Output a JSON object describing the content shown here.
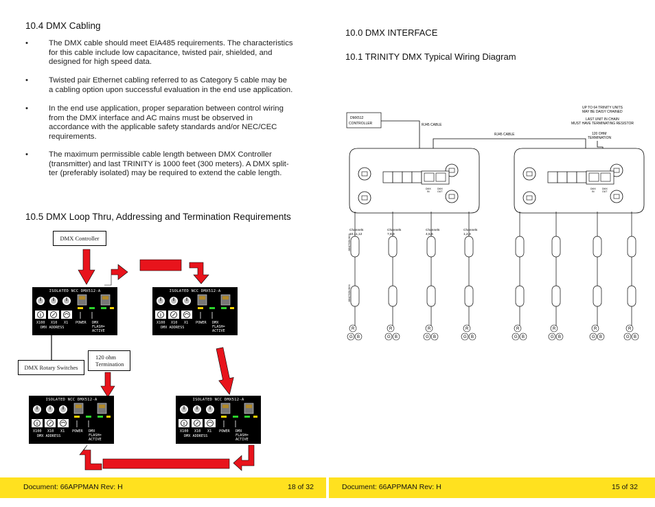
{
  "left_page": {
    "heading_cabling": "10.4  DMX Cabling",
    "bullets": [
      {
        "marker": "•",
        "lines": [
          "The DMX cable should meet EIA485 requirements. The characteristics",
          "for this cable include low capacitance, twisted pair, shielded, and",
          "designed for high speed data."
        ]
      },
      {
        "marker": "•",
        "lines": [
          "Twisted pair Ethernet cabling referred to as Category 5 cable may be",
          "a cabling option upon successful evaluation in the end use application."
        ]
      },
      {
        "marker": "•",
        "lines": [
          "In the end use application, proper separation between control wiring",
          "from the DMX interface and AC mains must be observed in",
          "accordance with the applicable safety standards and/or NEC/CEC",
          "requirements."
        ]
      },
      {
        "marker": "•",
        "lines": [
          "The maximum permissible cable length between DMX Controller",
          "(transmitter) and last TRINITY  is 1000 feet (300 meters). A DMX split-",
          "ter (preferably isolated) may be required to extend the cable length."
        ]
      }
    ],
    "heading_loop": "10.5 DMX Loop Thru, Addressing and Termination Requirements",
    "diagram": {
      "controller_label": "DMX Controller",
      "rotary_label": "DMX Rotary Switches",
      "termination_label_1": "120 ohm",
      "termination_label_2": "Termination",
      "module": {
        "title": "ISOLATED NCC DMX512-A",
        "x100": "X100",
        "x10": "X10",
        "x1": "X1",
        "dmx_address": "DMX ADDRESS",
        "power": "POWER",
        "dmx": "DMX",
        "flash": "FLASH=",
        "active": "ACTIVE"
      }
    }
  },
  "right_page": {
    "heading_interface": "10.0 DMX INTERFACE",
    "heading_wiring": "10.1 TRINITY DMX Typical Wiring Diagram",
    "wiring": {
      "controller_1": "DMX512",
      "controller_2": "CONTROLLER",
      "rj45_cable_1": "RJ45 CABLE",
      "rj45_cable_2": "RJ45 CABLE",
      "note_1": "UP TO 64 TRINITY UNITS",
      "note_2": "MAY BE DAISY CHAINED",
      "note_3": "LAST UNIT IN CHAIN",
      "note_4": "MUST HAVE TERMINATING RESISTOR",
      "term_1": "120 OHM",
      "term_2": "TERMINATION",
      "dmx_in_1": "DMX",
      "dmx_in_2": "IN",
      "dmx_out_1": "DMX",
      "dmx_out_2": "OUT",
      "junction": "JUNCTION BOX",
      "channels": [
        {
          "a": "Channels",
          "b": "10,11,12"
        },
        {
          "a": "Channels",
          "b": "7,8,9"
        },
        {
          "a": "Channels",
          "b": "4,5,6"
        },
        {
          "a": "Channels",
          "b": "1,2,3"
        }
      ],
      "r": "R",
      "g": "G",
      "b": "B"
    }
  },
  "footer": {
    "left_doc": "Document: 66APPMAN Rev: H",
    "left_page": "18 of 32",
    "right_doc": "Document: 66APPMAN Rev: H",
    "right_page": "15 of 32"
  },
  "colors": {
    "footer": "#ffe11f",
    "arrow": "#e8141c",
    "module": "#000000",
    "led_yellow": "#ffd400",
    "led_green": "#2bd42b"
  }
}
